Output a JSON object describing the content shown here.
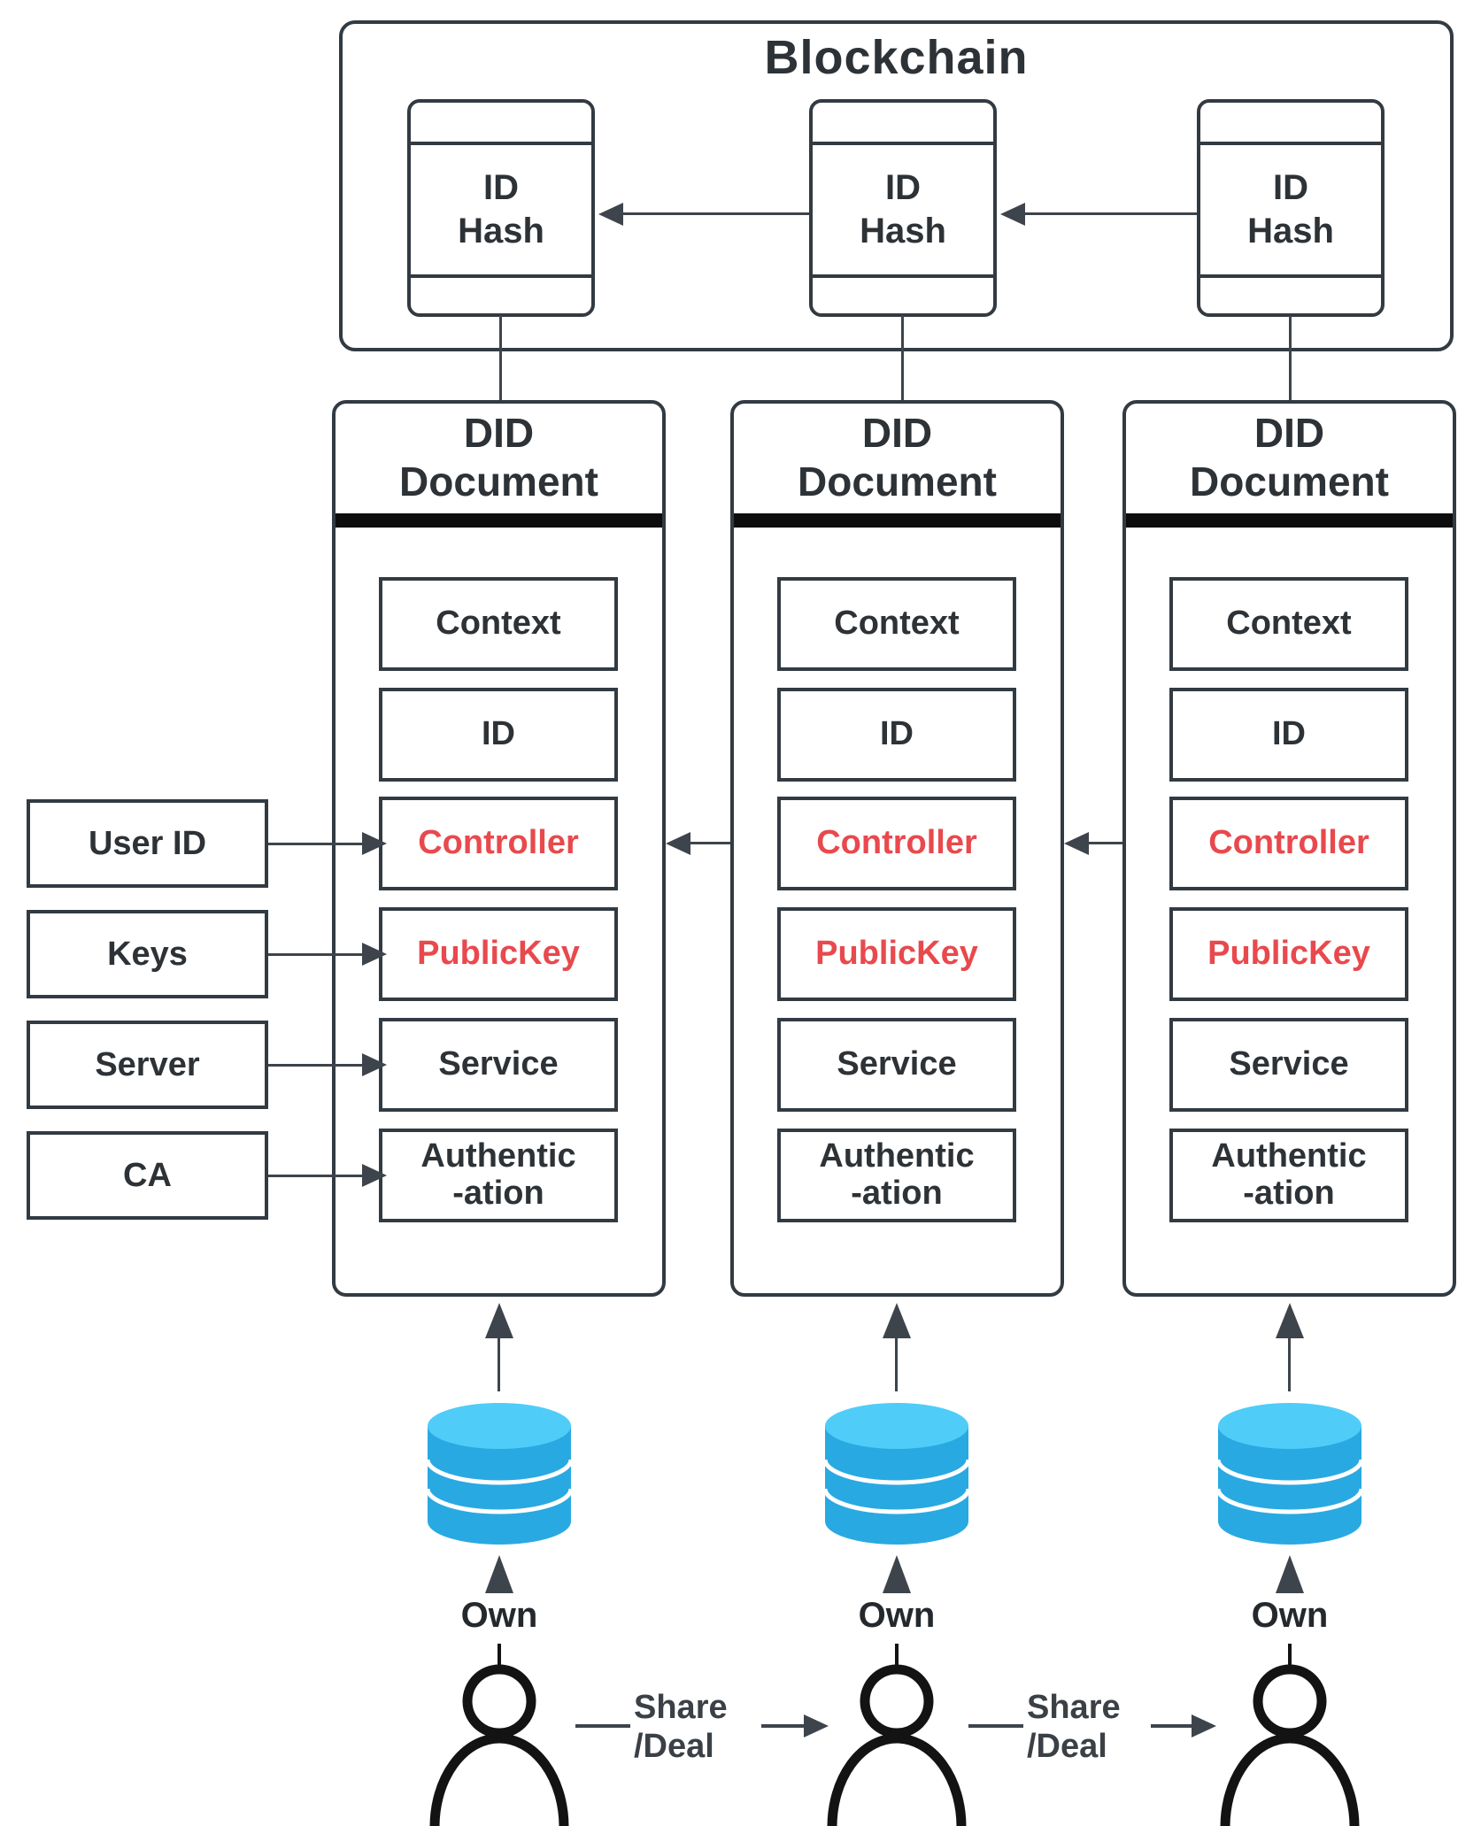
{
  "colors": {
    "line": "#323a42",
    "text": "#2d3237",
    "arrow": "#3e444b",
    "red": "#e8494d",
    "bar": "#0d0d0d",
    "db_body": "#29a9e2",
    "db_top": "#4fcdf8",
    "person": "#131313"
  },
  "blockchain": {
    "title": "Blockchain",
    "blocks": [
      {
        "label": "ID\nHash"
      },
      {
        "label": "ID\nHash"
      },
      {
        "label": "ID\nHash"
      }
    ]
  },
  "documents": [
    {
      "title": "DID\nDocument",
      "fields": [
        {
          "label": "Context",
          "color": "#2d3237"
        },
        {
          "label": "ID",
          "color": "#2d3237"
        },
        {
          "label": "Controller",
          "color": "#e8494d"
        },
        {
          "label": "PublicKey",
          "color": "#e8494d"
        },
        {
          "label": "Service",
          "color": "#2d3237"
        },
        {
          "label": "Authentic\n-ation",
          "color": "#2d3237"
        }
      ]
    },
    {
      "title": "DID\nDocument",
      "fields": [
        {
          "label": "Context",
          "color": "#2d3237"
        },
        {
          "label": "ID",
          "color": "#2d3237"
        },
        {
          "label": "Controller",
          "color": "#e8494d"
        },
        {
          "label": "PublicKey",
          "color": "#e8494d"
        },
        {
          "label": "Service",
          "color": "#2d3237"
        },
        {
          "label": "Authentic\n-ation",
          "color": "#2d3237"
        }
      ]
    },
    {
      "title": "DID\nDocument",
      "fields": [
        {
          "label": "Context",
          "color": "#2d3237"
        },
        {
          "label": "ID",
          "color": "#2d3237"
        },
        {
          "label": "Controller",
          "color": "#e8494d"
        },
        {
          "label": "PublicKey",
          "color": "#e8494d"
        },
        {
          "label": "Service",
          "color": "#2d3237"
        },
        {
          "label": "Authentic\n-ation",
          "color": "#2d3237"
        }
      ]
    }
  ],
  "inputs": [
    {
      "label": "User ID"
    },
    {
      "label": "Keys"
    },
    {
      "label": "Server"
    },
    {
      "label": "CA"
    }
  ],
  "ownership": {
    "own_labels": [
      "Own",
      "Own",
      "Own"
    ],
    "share_labels": [
      "Share\n/Deal",
      "Share\n/Deal"
    ]
  }
}
